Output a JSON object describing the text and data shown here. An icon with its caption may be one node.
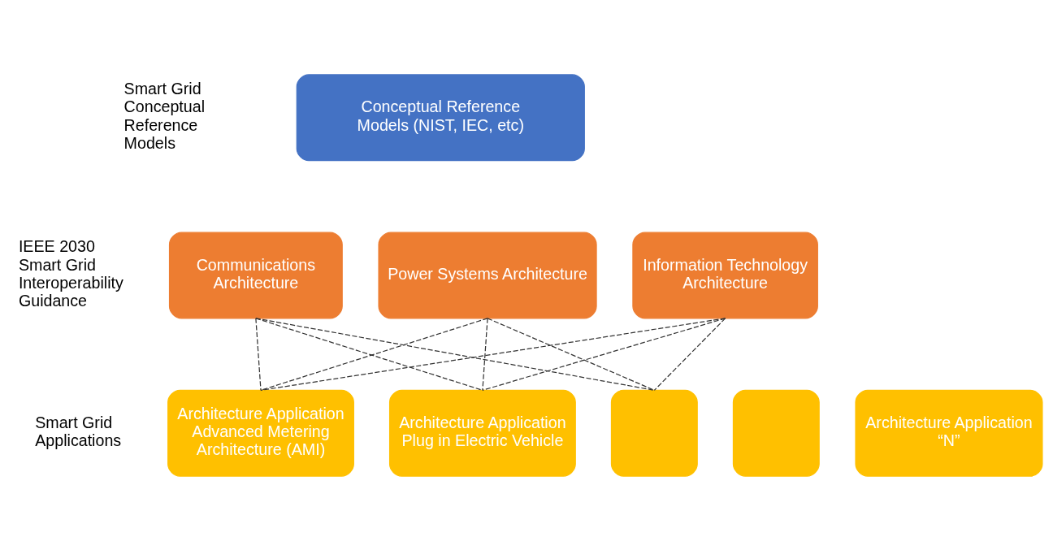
{
  "diagram": {
    "nodes": [
      {
        "text": [
          "Conceptual Reference Models (NIST, IEC, etc)"
        ]
      },
      {
        "text": [
          "Communications Architecture"
        ]
      },
      {
        "text": [
          "Power Systems Architecture"
        ]
      },
      {
        "text": [
          "Information Technology Architecture"
        ]
      },
      {
        "text": [
          "Architecture Application Advanced Metering Architecture (AMI)"
        ]
      },
      {
        "text": [
          "Architecture Application Plug in Electric Vehicle"
        ]
      },
      {
        "text": [],
        "shape": "box"
      },
      {
        "text": [],
        "shape": "box"
      },
      {
        "text": [
          "Architecture Application “N”"
        ]
      }
    ],
    "edges": [
      {
        "from": 1,
        "to": 4,
        "arrow": "none",
        "style": "dashed"
      },
      {
        "from": 1,
        "to": 5,
        "arrow": "none",
        "style": "dashed"
      },
      {
        "from": 1,
        "to": 6,
        "arrow": "none",
        "style": "dashed"
      },
      {
        "from": 2,
        "to": 4,
        "arrow": "none",
        "style": "dashed"
      },
      {
        "from": 2,
        "to": 5,
        "arrow": "none",
        "style": "dashed"
      },
      {
        "from": 2,
        "to": 6,
        "arrow": "none",
        "style": "dashed"
      },
      {
        "from": 3,
        "to": 4,
        "arrow": "none",
        "style": "dashed"
      },
      {
        "from": 3,
        "to": 5,
        "arrow": "none",
        "style": "dashed"
      },
      {
        "from": 3,
        "to": 6,
        "arrow": "none",
        "style": "dashed"
      }
    ],
    "labels": [
      "Smart Grid Conceptual Reference Models",
      "IEEE 2030 Smart Grid Interoperability Guidance",
      "Smart Grid Applications"
    ]
  }
}
